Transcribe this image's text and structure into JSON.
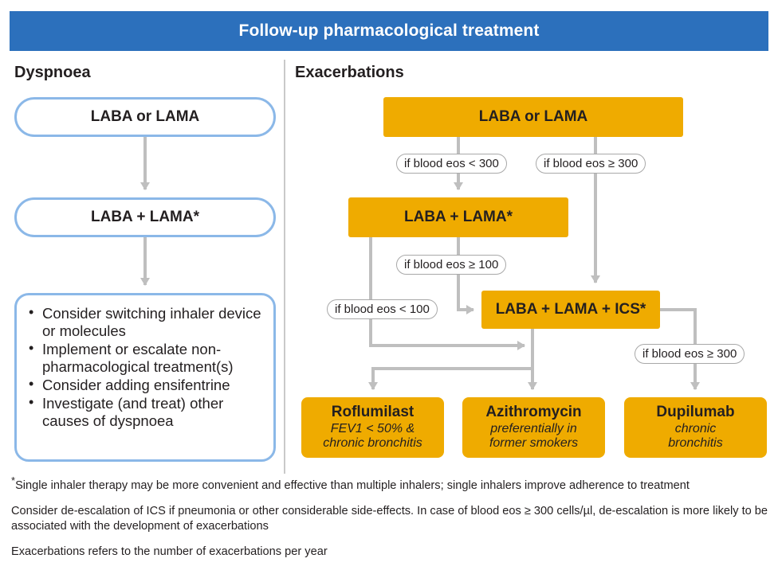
{
  "header": {
    "title": "Follow-up pharmacological treatment"
  },
  "columns": {
    "left_heading": "Dyspnoea",
    "right_heading": "Exacerbations"
  },
  "dyspnoea": {
    "step1": "LABA or LAMA",
    "step2": "LABA + LAMA*",
    "actions": [
      "Consider switching inhaler device or molecules",
      "Implement or escalate non-pharmacological treatment(s)",
      "Consider adding ensifentrine",
      "Investigate (and treat) other causes of dyspnoea"
    ]
  },
  "exacerbations": {
    "step1": "LABA or LAMA",
    "step2": "LABA + LAMA*",
    "step3": "LABA + LAMA + ICS*",
    "conditions": {
      "eos_lt_300": "if blood eos < 300",
      "eos_ge_300": "if blood eos ≥ 300",
      "eos_ge_100": "if blood eos ≥ 100",
      "eos_lt_100": "if blood eos < 100",
      "eos_ge_300_ics": "if blood eos ≥ 300"
    },
    "drugs": [
      {
        "name": "Roflumilast",
        "note_line1": "FEV1 < 50% &",
        "note_line2": "chronic bronchitis"
      },
      {
        "name": "Azithromycin",
        "note_line1": "preferentially in",
        "note_line2": "former smokers"
      },
      {
        "name": "Dupilumab",
        "note_line1": "chronic",
        "note_line2": "bronchitis"
      }
    ]
  },
  "footnotes": {
    "asterisk_marker": "*",
    "note1": "Single inhaler therapy may be more convenient and effective than multiple inhalers; single inhalers improve adherence to treatment",
    "note2": "Consider de-escalation of ICS if pneumonia or other considerable side-effects. In case of blood eos ≥ 300 cells/µl, de-escalation is more likely to be associated with the development of exacerbations",
    "note3": "Exacerbations refers to the number of exacerbations per year"
  },
  "colors": {
    "header_blue": "#2c70bc",
    "box_orange": "#efab00",
    "pill_border_blue": "#8bb8e8",
    "connector_gray": "#bfbfbf",
    "divider_gray": "#c9c9c9",
    "text_dark": "#231f20"
  },
  "chart_data": {
    "type": "diagram",
    "title": "Follow-up pharmacological treatment",
    "nodes": [
      {
        "id": "d1",
        "label": "LABA or LAMA",
        "column": "Dyspnoea",
        "style": "pill-outline-blue"
      },
      {
        "id": "d2",
        "label": "LABA + LAMA*",
        "column": "Dyspnoea",
        "style": "pill-outline-blue"
      },
      {
        "id": "d3",
        "label": "Consider switching inhaler device or molecules; Implement or escalate non-pharmacological treatment(s); Consider adding ensifentrine; Investigate (and treat) other causes of dyspnoea",
        "column": "Dyspnoea",
        "style": "rounded-outline-blue"
      },
      {
        "id": "e1",
        "label": "LABA or LAMA",
        "column": "Exacerbations",
        "style": "filled-orange"
      },
      {
        "id": "e2",
        "label": "LABA + LAMA*",
        "column": "Exacerbations",
        "style": "filled-orange"
      },
      {
        "id": "e3",
        "label": "LABA + LAMA + ICS*",
        "column": "Exacerbations",
        "style": "filled-orange"
      },
      {
        "id": "e4",
        "label": "Roflumilast",
        "column": "Exacerbations",
        "style": "filled-orange"
      },
      {
        "id": "e5",
        "label": "Azithromycin",
        "column": "Exacerbations",
        "style": "filled-orange"
      },
      {
        "id": "e6",
        "label": "Dupilumab",
        "column": "Exacerbations",
        "style": "filled-orange"
      }
    ],
    "edges": [
      {
        "from": "d1",
        "to": "d2",
        "label": ""
      },
      {
        "from": "d2",
        "to": "d3",
        "label": ""
      },
      {
        "from": "e1",
        "to": "e2",
        "label": "if blood eos < 300"
      },
      {
        "from": "e1",
        "to": "e3",
        "label": "if blood eos ≥ 300"
      },
      {
        "from": "e2",
        "to": "e3",
        "label": "if blood eos ≥ 100"
      },
      {
        "from": "e2",
        "to": "e3",
        "label": "if blood eos < 100"
      },
      {
        "from": "e2",
        "to": "e4",
        "label": "if blood eos < 100"
      },
      {
        "from": "e3",
        "to": "e4",
        "label": ""
      },
      {
        "from": "e3",
        "to": "e5",
        "label": ""
      },
      {
        "from": "e3",
        "to": "e6",
        "label": "if blood eos ≥ 300"
      }
    ]
  }
}
